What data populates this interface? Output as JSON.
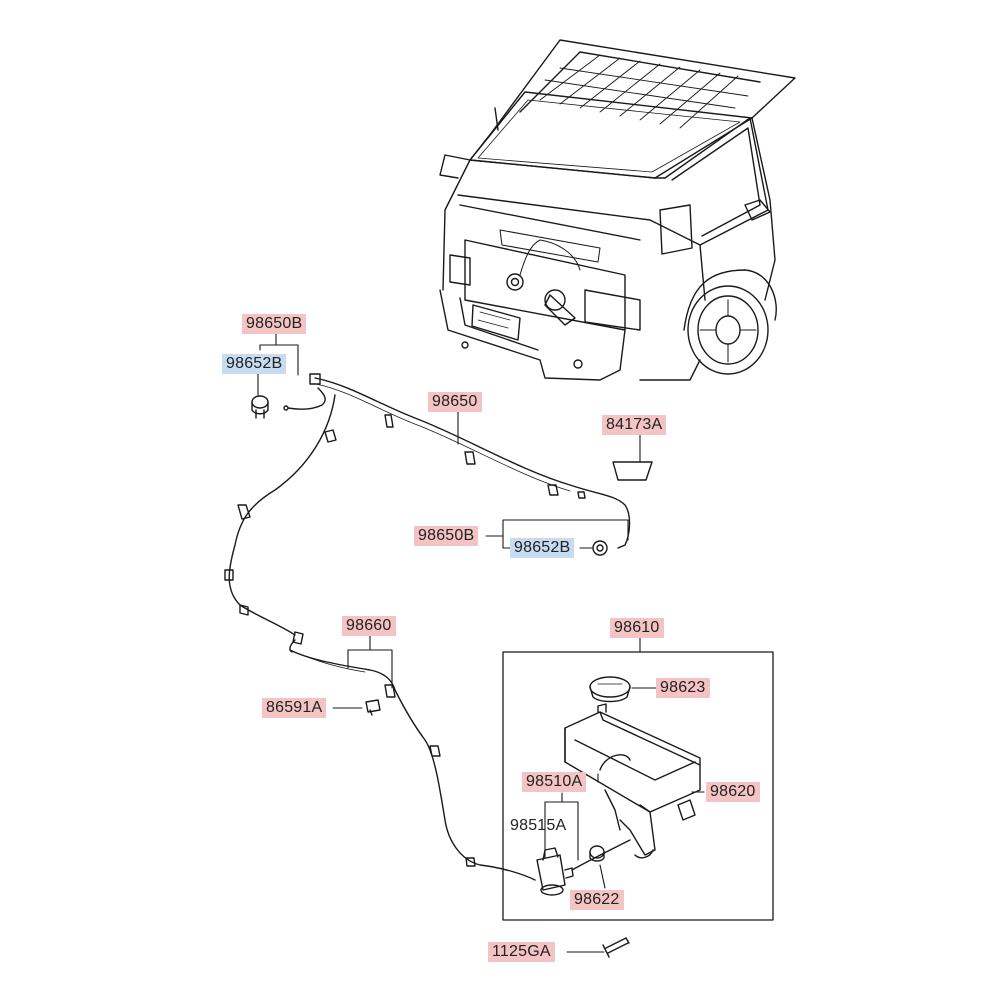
{
  "colors": {
    "label_red_bg": "#f4c3c3",
    "label_blue_bg": "#c7dcf1",
    "line": "#1a1a1a"
  },
  "parts": {
    "p98650B_top": "98650B",
    "p98652B_top": "98652B",
    "p98650": "98650",
    "p84173A": "84173A",
    "p98650B_mid": "98650B",
    "p98652B_mid": "98652B",
    "p98660": "98660",
    "p86591A": "86591A",
    "p98610": "98610",
    "p98623": "98623",
    "p98510A": "98510A",
    "p98620": "98620",
    "p98515A": "98515A",
    "p98622": "98622",
    "p1125GA": "1125GA"
  }
}
